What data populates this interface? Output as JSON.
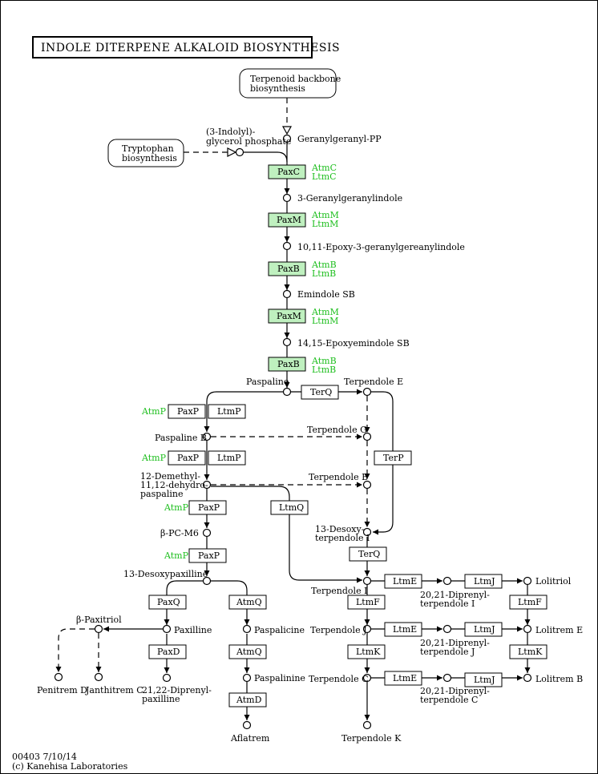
{
  "title": "INDOLE DITERPENE ALKALOID BIOSYNTHESIS",
  "footer": {
    "map_id": "00403 7/10/14",
    "copyright": "(c) Kanehisa Laboratories"
  },
  "pathways": {
    "terpenoid": "Terpenoid backbone biosynthesis",
    "tryptophan": "Tryptophan biosynthesis"
  },
  "compounds": {
    "indolyl_glycerol_phosphate": "(3-Indolyl)-glycerol phosphate",
    "geranylgeranyl_pp": "Geranylgeranyl-PP",
    "geranylgeranylindole": "3-Geranylgeranylindole",
    "epoxy_geranylgeranylindole": "10,11-Epoxy-3-geranylgereanylindole",
    "emindole_sb": "Emindole SB",
    "epoxyemindole_sb": "14,15-Epoxyemindole SB",
    "paspaline": "Paspaline",
    "terpendole_e": "Terpendole E",
    "paspaline_b": "Paspaline B",
    "terpendole_g": "Terpendole G",
    "demethyl_paspaline": "12-Demethyl-11,12-dehydro-paspaline",
    "terpendole_b": "Terpendole B",
    "b_pc_m6": "β-PC-M6",
    "desoxy_terpendole_i": "13-Desoxy-terpendole I",
    "desoxypaxilline": "13-Desoxypaxilline",
    "terpendole_i": "Terpendole I",
    "diprenyl_terpendole_i": "20,21-Diprenyl-terpendole I",
    "lolitriol": "Lolitriol",
    "b_paxitriol": "β-Paxitriol",
    "paxilline": "Paxilline",
    "paspalicine": "Paspalicine",
    "terpendole_j": "Terpendole J",
    "diprenyl_terpendole_j": "20,21-Diprenyl-terpendole J",
    "lolitrem_e": "Lolitrem E",
    "paspalinine": "Paspalinine",
    "terpendole_c": "Terpendole C",
    "diprenyl_terpendole_c": "20,21-Diprenyl-terpendole C",
    "lolitrem_b": "Lolitrem B",
    "penitrem_d": "Penitrem D",
    "janthitrem_c": "Janthitrem C",
    "diprenyl_paxilline": "21,22-Diprenyl-paxilline",
    "aflatrem": "Aflatrem",
    "terpendole_k": "Terpendole K"
  },
  "enzymes": {
    "paxc": "PaxC",
    "paxm": "PaxM",
    "paxb": "PaxB",
    "paxp": "PaxP",
    "ltmp": "LtmP",
    "terq": "TerQ",
    "terp": "TerP",
    "ltmq": "LtmQ",
    "paxq": "PaxQ",
    "atmq": "AtmQ",
    "paxd": "PaxD",
    "atmd": "AtmD",
    "ltme": "LtmE",
    "ltmj": "LtmJ",
    "ltmf": "LtmF",
    "ltmk": "LtmK"
  },
  "orthologs": {
    "atmc": "AtmC",
    "ltmc": "LtmC",
    "atmm": "AtmM",
    "ltmm": "LtmM",
    "atmb": "AtmB",
    "ltmb": "LtmB",
    "atmp": "AtmP"
  },
  "colors": {
    "enzyme_fill": "#bff0bf",
    "ortholog_text": "#1fbf1f"
  }
}
